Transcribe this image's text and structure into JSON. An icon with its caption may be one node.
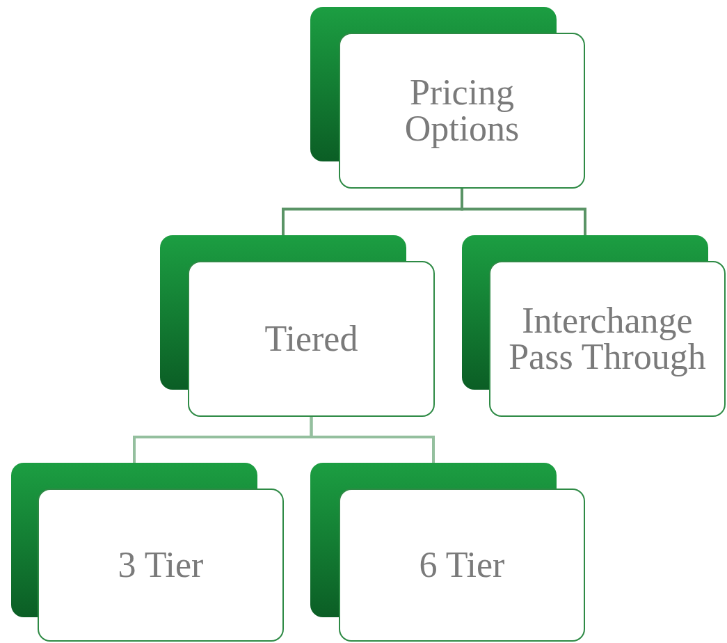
{
  "diagram": {
    "nodes": [
      {
        "text": [
          "Pricing Options"
        ]
      },
      {
        "text": [
          "Tiered"
        ]
      },
      {
        "text": [
          "Interchange Pass Through"
        ]
      },
      {
        "text": [
          "3 Tier"
        ]
      },
      {
        "text": [
          "6 Tier"
        ]
      }
    ],
    "edges": [
      {
        "from": 0,
        "to": 1,
        "arrow": "none",
        "color": "#5a9466"
      },
      {
        "from": 0,
        "to": 2,
        "arrow": "none",
        "color": "#5a9466"
      },
      {
        "from": 1,
        "to": 3,
        "arrow": "none",
        "color": "#94bf9e"
      },
      {
        "from": 1,
        "to": 4,
        "arrow": "none",
        "color": "#94bf9e"
      }
    ]
  }
}
